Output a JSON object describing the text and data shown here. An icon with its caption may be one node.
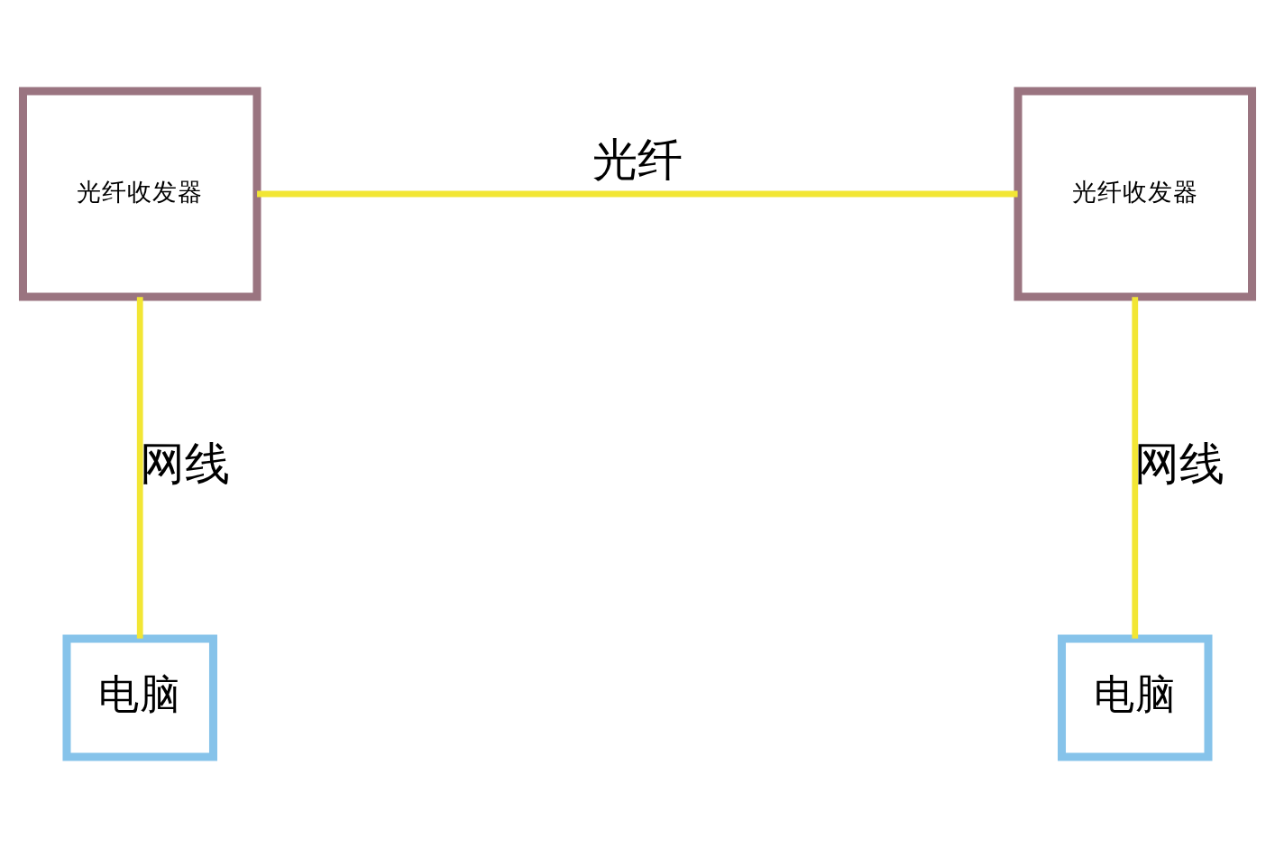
{
  "diagram": {
    "nodes": [
      {
        "text": [
          "光纤收发器"
        ]
      },
      {
        "text": [
          "光纤收发器"
        ]
      },
      {
        "text": [
          "电脑"
        ]
      },
      {
        "text": [
          "电脑"
        ]
      }
    ],
    "edges": [
      {
        "from": 0,
        "to": 1,
        "arrow": "none",
        "label": "光纤"
      },
      {
        "from": 0,
        "to": 2,
        "arrow": "none",
        "label": "网线"
      },
      {
        "from": 1,
        "to": 3,
        "arrow": "none",
        "label": "网线"
      }
    ]
  }
}
